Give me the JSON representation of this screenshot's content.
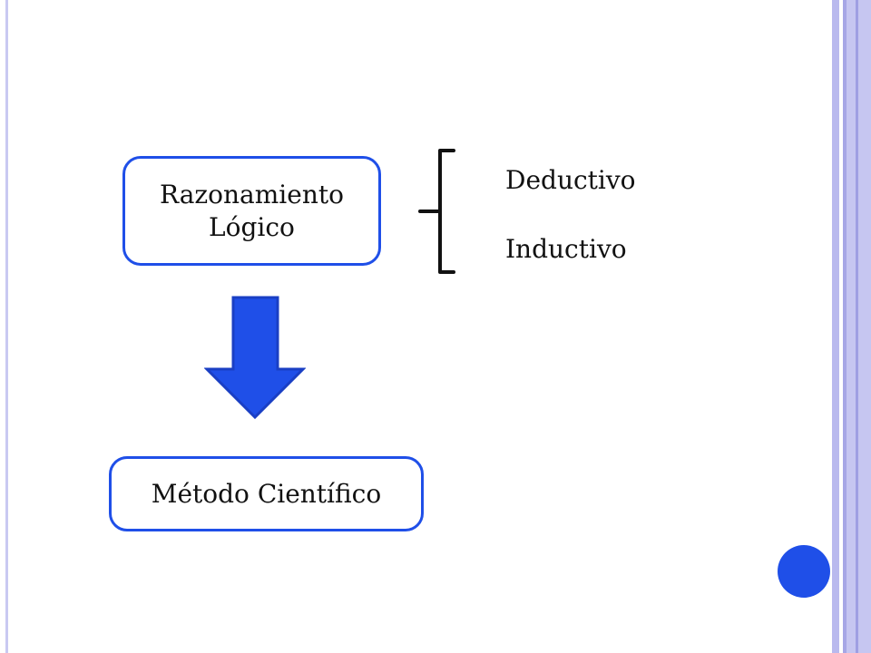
{
  "diagram": {
    "source_node": {
      "label": "Razonamiento\nLógico"
    },
    "branches": [
      {
        "label": "Deductivo"
      },
      {
        "label": "Inductivo"
      }
    ],
    "target_node": {
      "label": "Método Científico"
    }
  },
  "colors": {
    "accent": "#1f4fe8",
    "text": "#111111",
    "frame_stripe": "#c6c6f1"
  },
  "icons": {
    "brace": "left-curly-brace",
    "arrow": "down-arrow",
    "decoration": "filled-circle"
  }
}
